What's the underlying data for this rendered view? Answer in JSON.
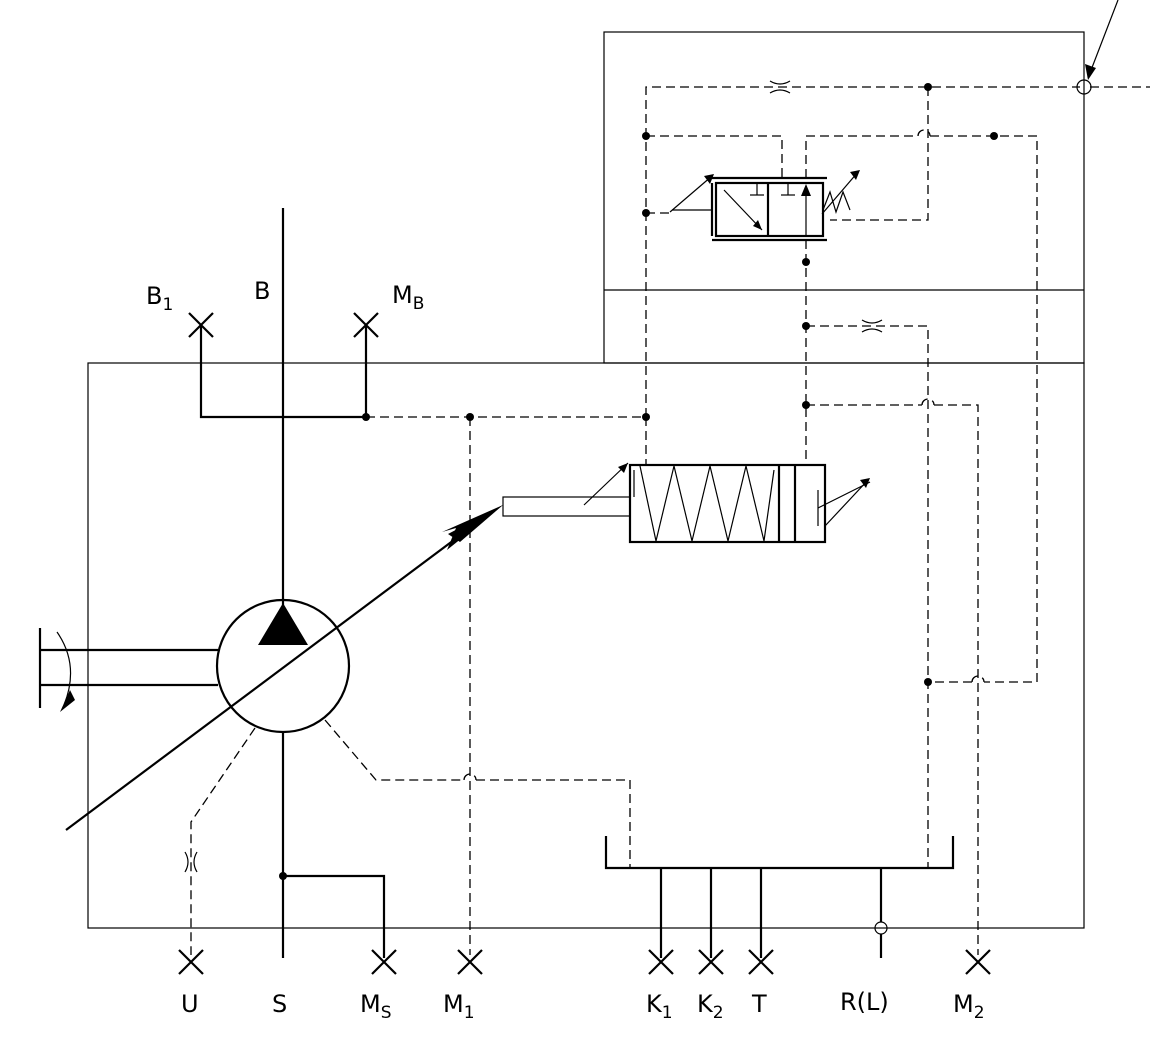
{
  "ports": {
    "B1": {
      "main": "B",
      "sub": "1"
    },
    "B": {
      "main": "B",
      "sub": ""
    },
    "MB": {
      "main": "M",
      "sub": "B"
    },
    "U": {
      "main": "U",
      "sub": ""
    },
    "S": {
      "main": "S",
      "sub": ""
    },
    "MS": {
      "main": "M",
      "sub": "S"
    },
    "M1": {
      "main": "M",
      "sub": "1"
    },
    "K1": {
      "main": "K",
      "sub": "1"
    },
    "K2": {
      "main": "K",
      "sub": "2"
    },
    "T": {
      "main": "T",
      "sub": ""
    },
    "RL": {
      "main": "R(L)",
      "sub": ""
    },
    "M2": {
      "main": "M",
      "sub": "2"
    }
  },
  "colors": {
    "line": "#000000",
    "background": "#ffffff"
  }
}
